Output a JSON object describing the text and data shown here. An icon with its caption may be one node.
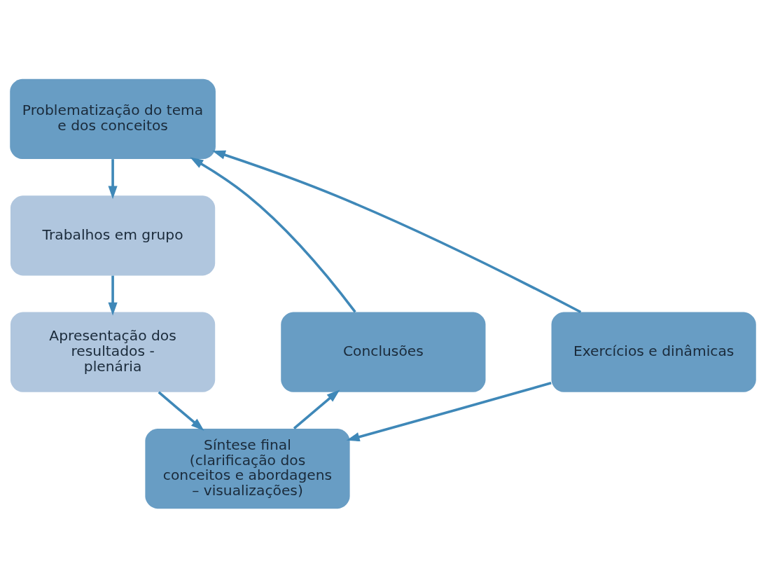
{
  "diagram": {
    "nodes": [
      {
        "text": [
          "Problematização do tema e dos conceitos"
        ]
      },
      {
        "text": [
          "Trabalhos em grupo"
        ]
      },
      {
        "text": [
          "Apresentação dos resultados - plenária"
        ]
      },
      {
        "text": [
          "Síntese final",
          "(clarificação dos conceitos e abordagens – visualizações)"
        ]
      },
      {
        "text": [
          "Conclusões"
        ]
      },
      {
        "text": [
          "Exercícios e dinâmicas"
        ]
      }
    ],
    "edges": [
      {
        "from": 0,
        "to": 1,
        "arrow": "to"
      },
      {
        "from": 1,
        "to": 2,
        "arrow": "to"
      },
      {
        "from": 2,
        "to": 3,
        "arrow": "to"
      },
      {
        "from": 3,
        "to": 4,
        "arrow": "to"
      },
      {
        "from": 4,
        "to": 0,
        "arrow": "to"
      },
      {
        "from": 5,
        "to": 0,
        "arrow": "to"
      },
      {
        "from": 5,
        "to": 3,
        "arrow": "to"
      }
    ]
  }
}
